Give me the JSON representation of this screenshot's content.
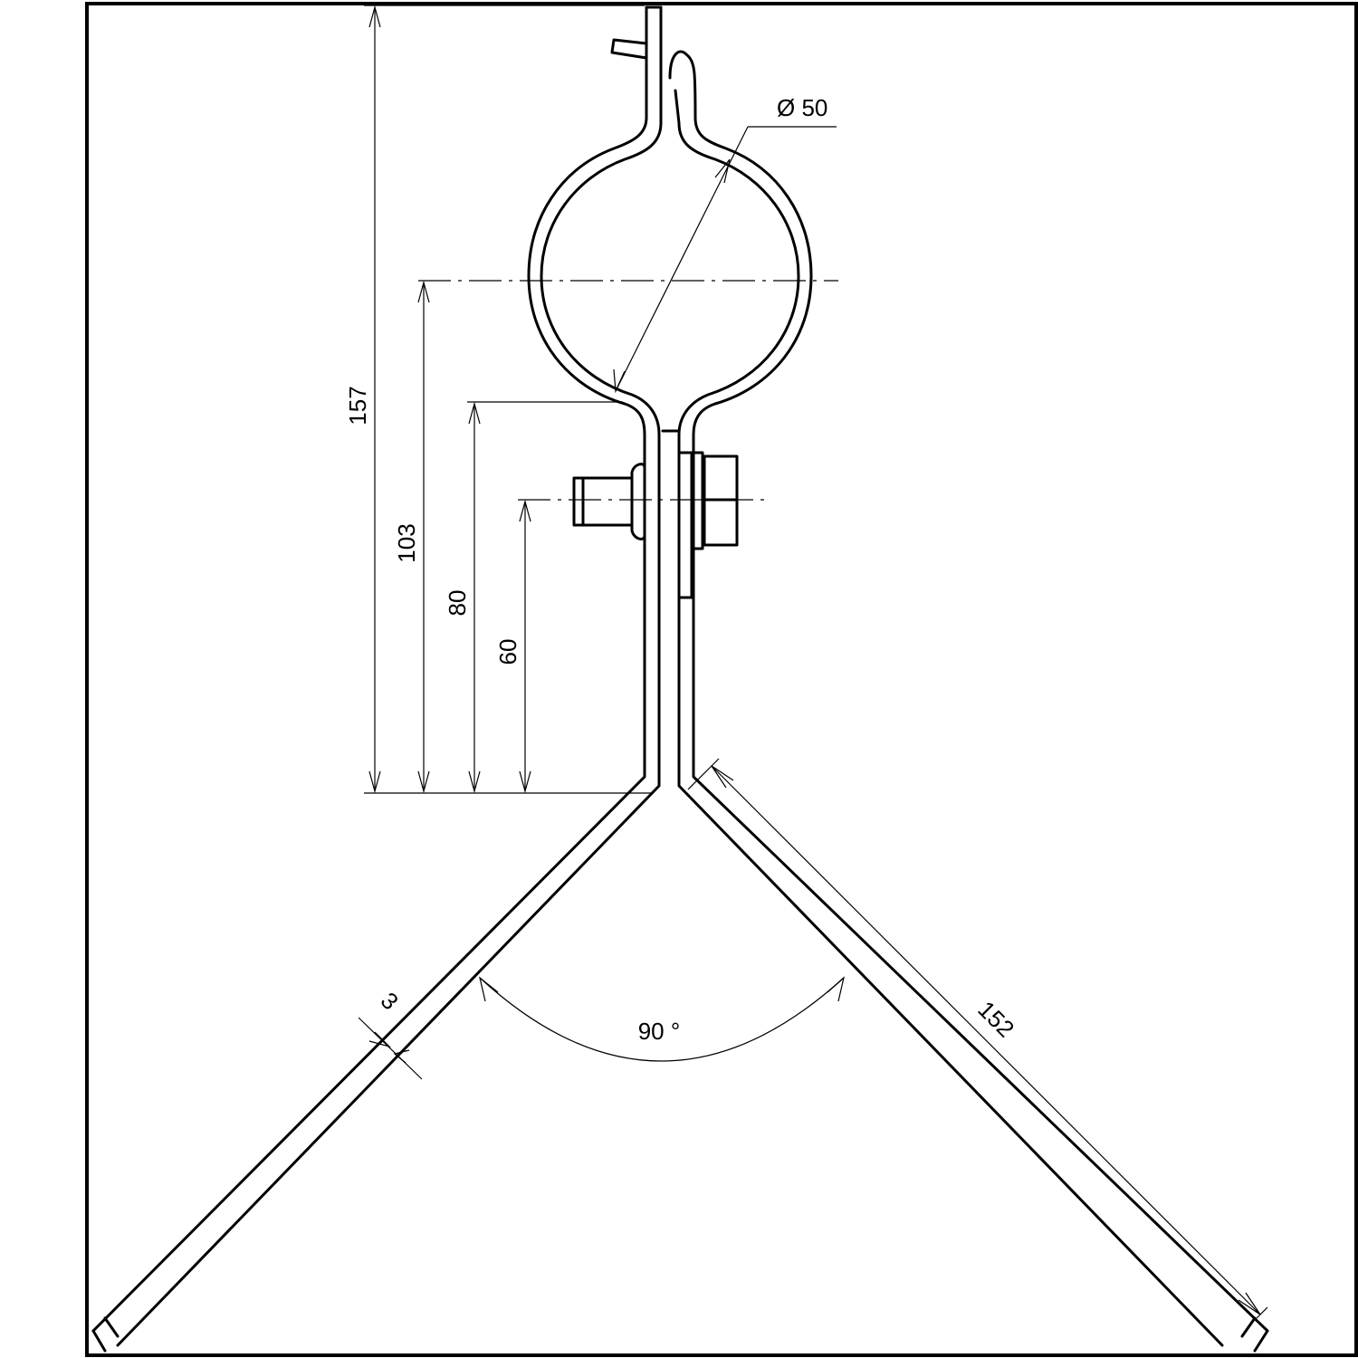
{
  "dimensions": {
    "diameter": "Ø 50",
    "overall_height": "157",
    "ring_center_height": "103",
    "ring_bottom_height": "80",
    "bolt_height": "60",
    "leg_length": "152",
    "thickness": "3",
    "leg_angle": "90 °"
  }
}
